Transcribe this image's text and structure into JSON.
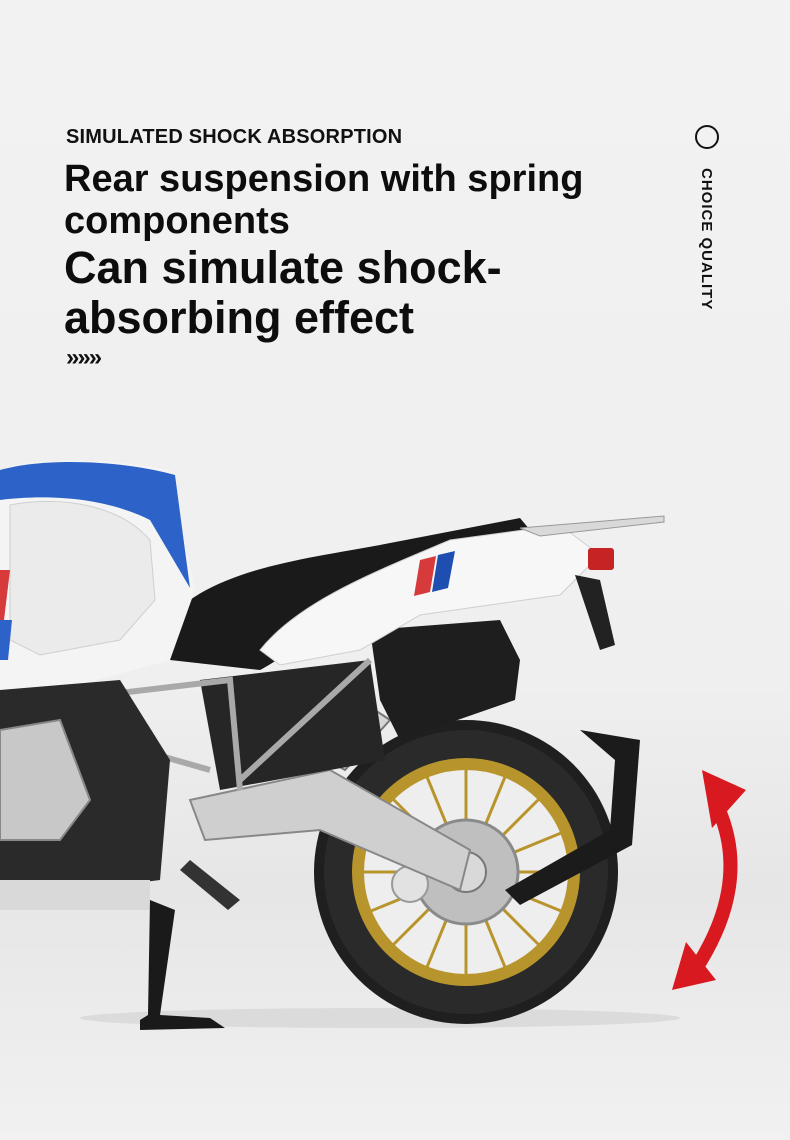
{
  "kicker": "SIMULATED SHOCK ABSORPTION",
  "headline_1": "Rear suspension with spring components",
  "headline_2": "Can simulate shock-absorbing effect",
  "chevrons": "»»»",
  "side_label": "CHOICE QUALITY",
  "icons": [
    "circle-icon",
    "double-arrow-icon"
  ],
  "colors": {
    "arrow": "#d8191f",
    "rim": "#b8952c",
    "bike_blue": "#2d63c8",
    "stripe_red": "#d63a3a"
  }
}
